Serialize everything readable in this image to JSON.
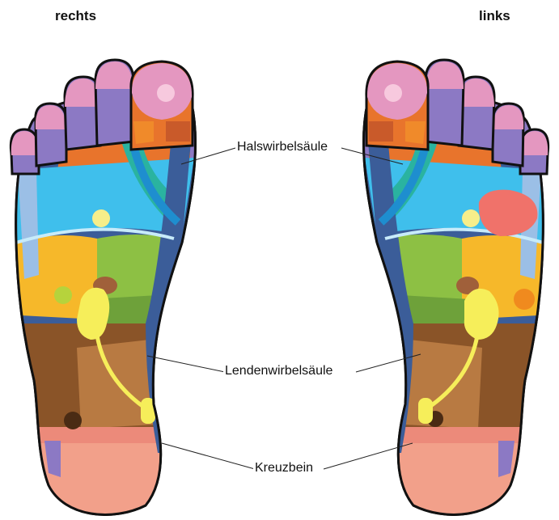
{
  "labels": {
    "right_foot": "rechts",
    "left_foot": "links"
  },
  "zones": {
    "cervical": "Halswirbelsäule",
    "lumbar": "Lendenwirbelsäule",
    "sacrum": "Kreuzbein"
  },
  "colors": {
    "outline": "#111111",
    "spine_strip": "#3b5d99",
    "toe_pink": "#e497c0",
    "toe_purple": "#8c79c4",
    "sky_blue": "#3fbfec",
    "teal": "#2ab3a0",
    "orange": "#e8742c",
    "yellow_orange": "#f6b82a",
    "green": "#8dc044",
    "dark_green": "#6ea13a",
    "brown": "#8a5428",
    "light_brown": "#b87a42",
    "salmon": "#f2a08a",
    "coral": "#f0726a",
    "yellow": "#f6ee5a",
    "light_blue": "#9bbfe6"
  }
}
